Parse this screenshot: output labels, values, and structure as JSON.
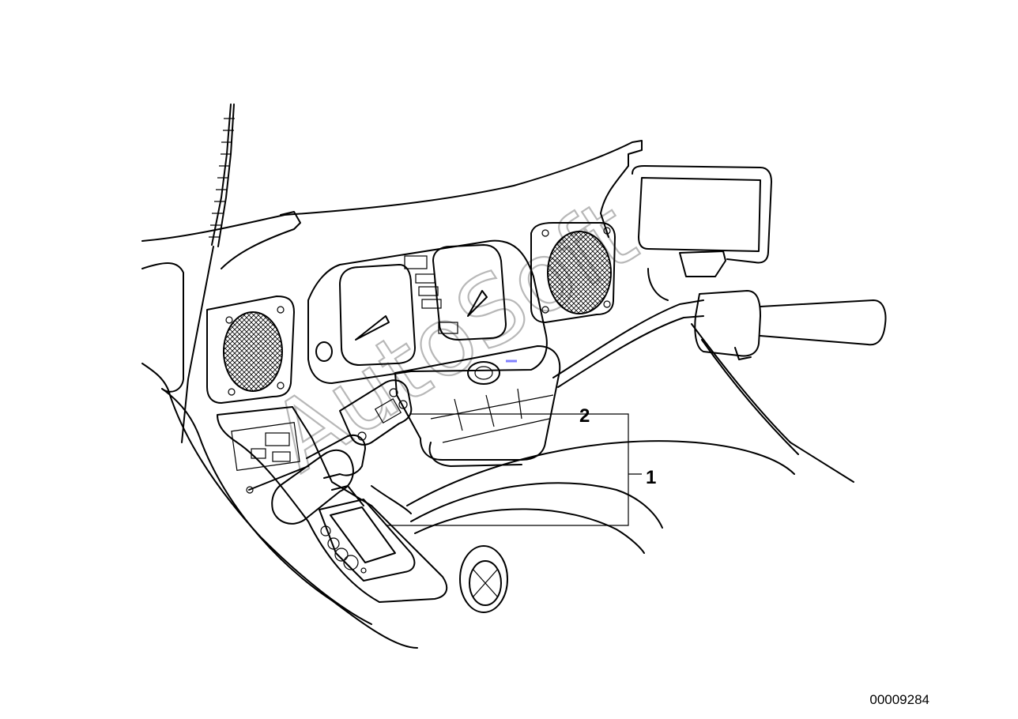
{
  "diagram": {
    "callouts": [
      {
        "id": "callout-1",
        "label": "1"
      },
      {
        "id": "callout-2",
        "label": "2"
      }
    ],
    "drawing_number": "00009284",
    "watermark": "AutoSoft"
  }
}
